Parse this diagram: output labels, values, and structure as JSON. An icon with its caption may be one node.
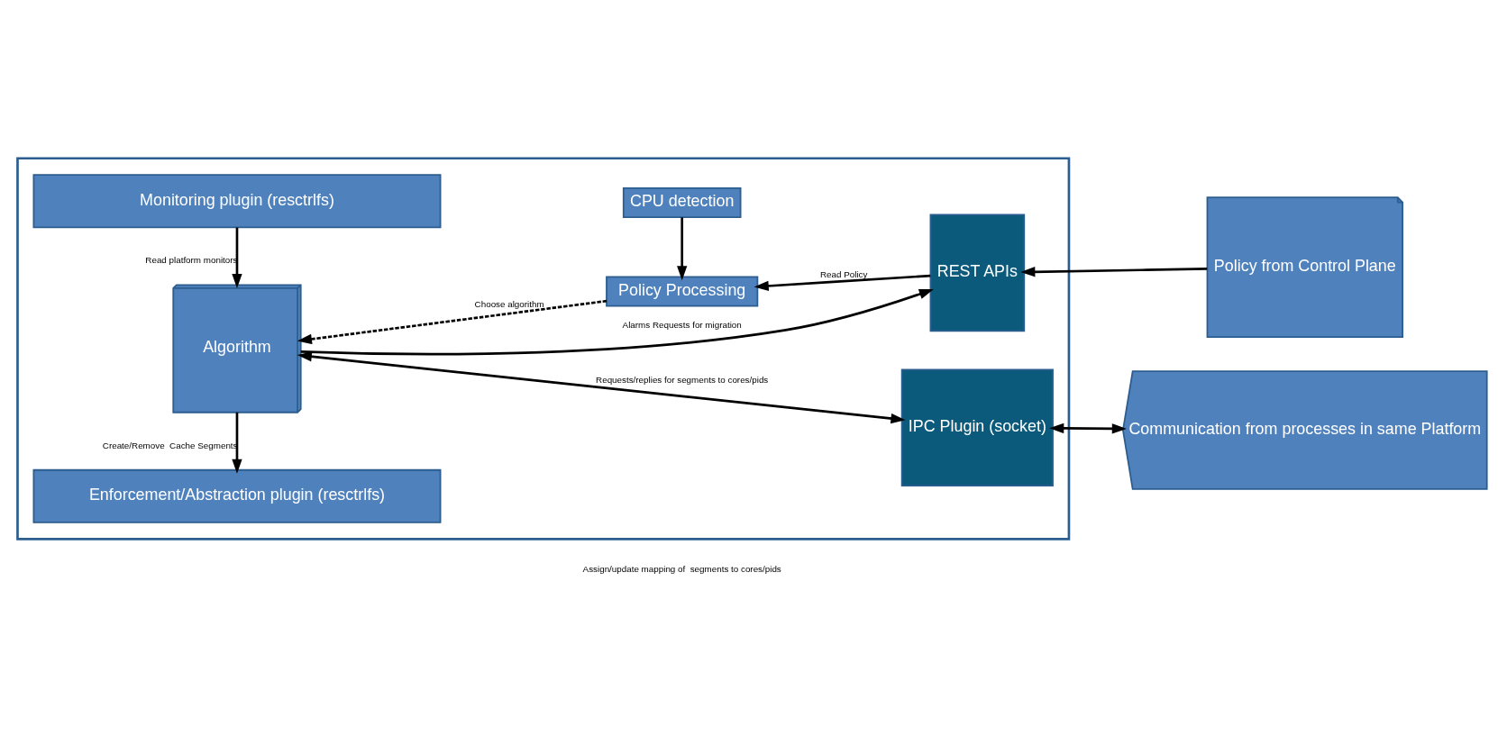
{
  "diagram": {
    "nodes": [
      {
        "text": [],
        "shape": "box"
      },
      {
        "text": [
          "Monitoring plugin (resctrlfs)"
        ],
        "in": 0
      },
      {
        "text": [
          "CPU detection"
        ],
        "in": 0
      },
      {
        "text": [
          "Algorithm"
        ],
        "in": 0
      },
      {
        "text": [
          "Policy Processing"
        ],
        "in": 0
      },
      {
        "text": [
          "REST APIs"
        ],
        "in": 0
      },
      {
        "text": [
          "IPC Plugin (socket)"
        ],
        "in": 0
      },
      {
        "text": [
          "Enforcement/Abstraction plugin (resctrlfs)"
        ],
        "in": 0
      },
      {
        "text": [
          "Policy from Control Plane"
        ]
      },
      {
        "text": [
          "Communication from processes in same Platform"
        ]
      }
    ],
    "edges": [
      {
        "from": 1,
        "to": 3,
        "arrow": "to",
        "label": "Read platform monitors"
      },
      {
        "from": 2,
        "to": 4,
        "arrow": "to"
      },
      {
        "from": 4,
        "to": 3,
        "arrow": "to",
        "style": "dashed",
        "label": "Choose algorithm"
      },
      {
        "from": 5,
        "to": 4,
        "arrow": "to",
        "label": "Read Policy"
      },
      {
        "from": 3,
        "to": 5,
        "arrow": "to",
        "label": "Alarms Requests for migration"
      },
      {
        "from": 6,
        "to": 3,
        "arrow": "both",
        "label": "Requests/replies for segments to cores/pids"
      },
      {
        "from": 3,
        "to": 7,
        "arrow": "to",
        "label": "Create/Remove  Cache Segments"
      },
      {
        "from": 8,
        "to": 5,
        "arrow": "to"
      },
      {
        "from": 6,
        "to": 9,
        "arrow": "both"
      }
    ],
    "labels": [
      "Assign/update mapping of  segments to cores/pids"
    ]
  }
}
